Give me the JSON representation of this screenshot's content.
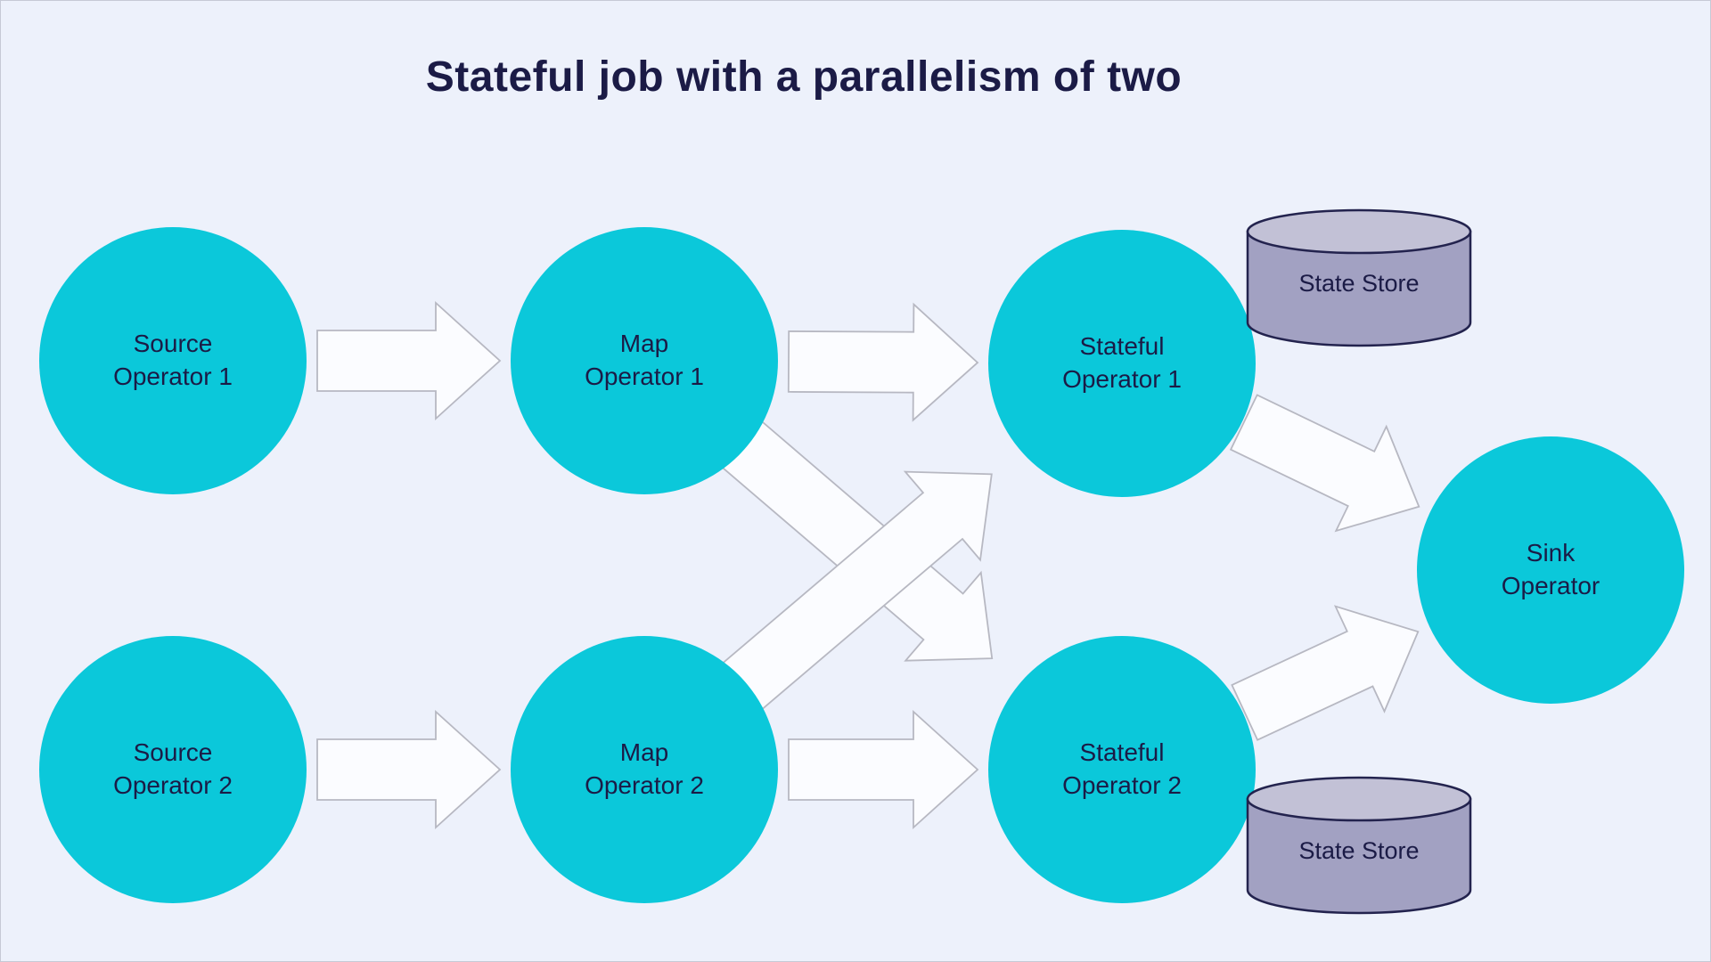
{
  "title": "Stateful job with a parallelism of two",
  "nodes": [
    {
      "id": "source-operator-1",
      "line1": "Source",
      "line2": "Operator 1"
    },
    {
      "id": "source-operator-2",
      "line1": "Source",
      "line2": "Operator 2"
    },
    {
      "id": "map-operator-1",
      "line1": "Map",
      "line2": "Operator 1"
    },
    {
      "id": "map-operator-2",
      "line1": "Map",
      "line2": "Operator 2"
    },
    {
      "id": "stateful-operator-1",
      "line1": "Stateful",
      "line2": "Operator 1"
    },
    {
      "id": "stateful-operator-2",
      "line1": "Stateful",
      "line2": "Operator 2"
    },
    {
      "id": "sink-operator",
      "line1": "Sink",
      "line2": "Operator"
    }
  ],
  "stores": [
    {
      "id": "state-store-1",
      "label": "State Store",
      "attached_to": "stateful-operator-1"
    },
    {
      "id": "state-store-2",
      "label": "State Store",
      "attached_to": "stateful-operator-2"
    }
  ],
  "edges": [
    {
      "from": "source-operator-1",
      "to": "map-operator-1"
    },
    {
      "from": "source-operator-2",
      "to": "map-operator-2"
    },
    {
      "from": "map-operator-1",
      "to": "stateful-operator-1"
    },
    {
      "from": "map-operator-1",
      "to": "stateful-operator-2"
    },
    {
      "from": "map-operator-2",
      "to": "stateful-operator-1"
    },
    {
      "from": "map-operator-2",
      "to": "stateful-operator-2"
    },
    {
      "from": "stateful-operator-1",
      "to": "sink-operator"
    },
    {
      "from": "stateful-operator-2",
      "to": "sink-operator"
    }
  ],
  "colors": {
    "background": "#edf1fb",
    "title": "#1b1b46",
    "node_fill": "#0bc8da",
    "node_text": "#1b1b46",
    "arrow_fill": "#fbfcff",
    "arrow_stroke": "#b7b8c2",
    "cylinder_body": "#a2a1c2",
    "cylinder_top": "#c2c1d6",
    "cylinder_stroke": "#23234e"
  }
}
